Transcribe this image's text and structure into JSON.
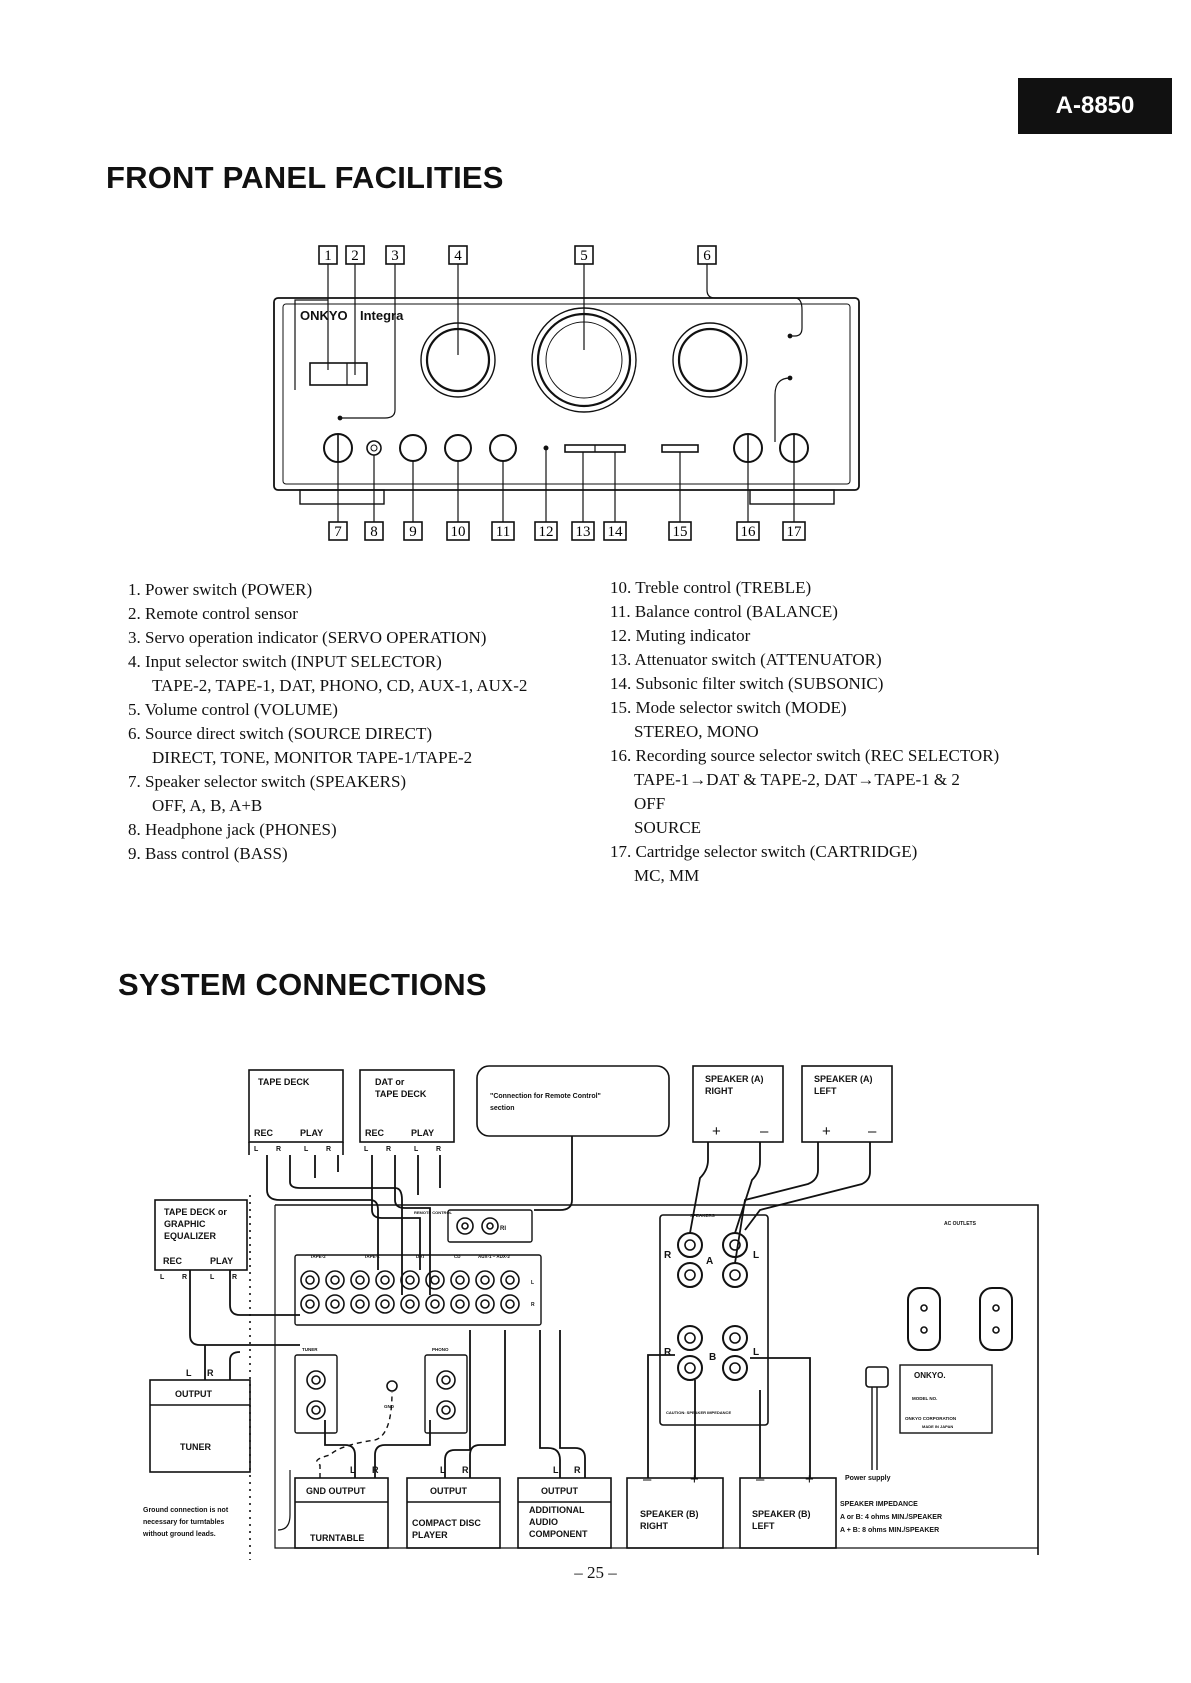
{
  "model": "A-8850",
  "front_panel": {
    "title": "FRONT PANEL FACILITIES",
    "brand": "ONKYO",
    "series": "Integra",
    "callouts_top": [
      "1",
      "2",
      "3",
      "4",
      "5",
      "6"
    ],
    "callouts_bottom": [
      "7",
      "8",
      "9",
      "10",
      "11",
      "12",
      "13",
      "14",
      "15",
      "16",
      "17"
    ],
    "legend_left": [
      {
        "text": "1. Power switch (POWER)",
        "sub": false
      },
      {
        "text": "2. Remote control sensor",
        "sub": false
      },
      {
        "text": "3. Servo operation indicator (SERVO OPERATION)",
        "sub": false
      },
      {
        "text": "4. Input selector switch (INPUT SELECTOR)",
        "sub": false
      },
      {
        "text": "TAPE-2, TAPE-1, DAT, PHONO, CD, AUX-1, AUX-2",
        "sub": true
      },
      {
        "text": "5. Volume control (VOLUME)",
        "sub": false
      },
      {
        "text": "6. Source direct switch (SOURCE DIRECT)",
        "sub": false
      },
      {
        "text": "DIRECT, TONE, MONITOR TAPE-1/TAPE-2",
        "sub": true
      },
      {
        "text": "7. Speaker selector switch (SPEAKERS)",
        "sub": false
      },
      {
        "text": "OFF, A, B, A+B",
        "sub": true
      },
      {
        "text": "8. Headphone jack (PHONES)",
        "sub": false
      },
      {
        "text": "9. Bass control (BASS)",
        "sub": false
      }
    ],
    "legend_right": [
      {
        "text": "10. Treble control (TREBLE)",
        "sub": false
      },
      {
        "text": "11. Balance control (BALANCE)",
        "sub": false
      },
      {
        "text": "12. Muting indicator",
        "sub": false
      },
      {
        "text": "13. Attenuator switch (ATTENUATOR)",
        "sub": false
      },
      {
        "text": "14. Subsonic filter switch (SUBSONIC)",
        "sub": false
      },
      {
        "text": "15. Mode selector switch (MODE)",
        "sub": false
      },
      {
        "text": "STEREO, MONO",
        "sub": true
      },
      {
        "text": "16. Recording source selector switch (REC SELECTOR)",
        "sub": false
      },
      {
        "text": "TAPE-1→DAT & TAPE-2, DAT→TAPE-1 & 2",
        "sub": true
      },
      {
        "text": "OFF",
        "sub": true
      },
      {
        "text": "SOURCE",
        "sub": true
      },
      {
        "text": "17. Cartridge selector switch (CARTRIDGE)",
        "sub": false
      },
      {
        "text": "MC, MM",
        "sub": true
      }
    ]
  },
  "system_connections": {
    "title": "SYSTEM CONNECTIONS",
    "tape_deck": {
      "title": "TAPE DECK",
      "rec": "REC",
      "play": "PLAY",
      "l": "L",
      "r": "R"
    },
    "dat_deck": {
      "line1": "DAT or",
      "line2": "TAPE DECK",
      "rec": "REC",
      "play": "PLAY",
      "l": "L",
      "r": "R"
    },
    "remote_note": {
      "line1": "\"Connection for Remote Control\"",
      "line2": "section"
    },
    "speaker_a_right": {
      "line1": "SPEAKER (A)",
      "line2": "RIGHT",
      "plus": "+",
      "minus": "–"
    },
    "speaker_a_left": {
      "line1": "SPEAKER (A)",
      "line2": "LEFT",
      "plus": "+",
      "minus": "–"
    },
    "tape_eq": {
      "line1": "TAPE DECK or",
      "line2": "GRAPHIC",
      "line3": "EQUALIZER",
      "rec": "REC",
      "play": "PLAY",
      "l": "L",
      "r": "R"
    },
    "tuner": {
      "l": "L",
      "r": "R",
      "output": "OUTPUT",
      "name": "TUNER"
    },
    "turntable": {
      "l": "L",
      "r": "R",
      "gnd_output": "GND OUTPUT",
      "name": "TURNTABLE"
    },
    "cd_player": {
      "l": "L",
      "r": "R",
      "output": "OUTPUT",
      "line1": "COMPACT DISC",
      "line2": "PLAYER"
    },
    "additional": {
      "l": "L",
      "r": "R",
      "output": "OUTPUT",
      "line1": "ADDITIONAL",
      "line2": "AUDIO",
      "line3": "COMPONENT"
    },
    "speaker_b_right": {
      "line1": "SPEAKER (B)",
      "line2": "RIGHT",
      "plus": "+",
      "minus": "–"
    },
    "speaker_b_left": {
      "line1": "SPEAKER (B)",
      "line2": "LEFT",
      "plus": "+",
      "minus": "–"
    },
    "ground_note": {
      "line1": "Ground connection is not",
      "line2": "necessary for turntables",
      "line3": "without ground leads."
    },
    "power_supply": "Power supply",
    "impedance": {
      "title": "SPEAKER IMPEDANCE",
      "line1": "A or B: 4 ohms MIN./SPEAKER",
      "line2": "A + B: 8 ohms MIN./SPEAKER"
    },
    "rear_labels": {
      "ac_outlets": "AC OUTLETS",
      "onkyo": "ONKYO.",
      "model_no": "MODEL NO.",
      "onkyo_corp": "ONKYO CORPORATION",
      "made_in": "MADE IN JAPAN",
      "tuner": "TUNER",
      "phono": "PHONO",
      "gnd": "GND",
      "speakers": "SPEAKERS",
      "caution": "CAUTION: SPEAKER IMPEDANCE",
      "tape2": "TAPE-2",
      "tape1": "TAPE-1",
      "dat": "DAT",
      "cd": "CD",
      "aux": "AUX-1 – AUX-2",
      "remote": "REMOTE CONTROL",
      "ri": "RI",
      "spk_r": "R",
      "spk_l": "L",
      "spk_a": "A",
      "spk_b": "B",
      "jack_l": "L",
      "jack_r": "R"
    }
  },
  "page_number": "– 25 –"
}
